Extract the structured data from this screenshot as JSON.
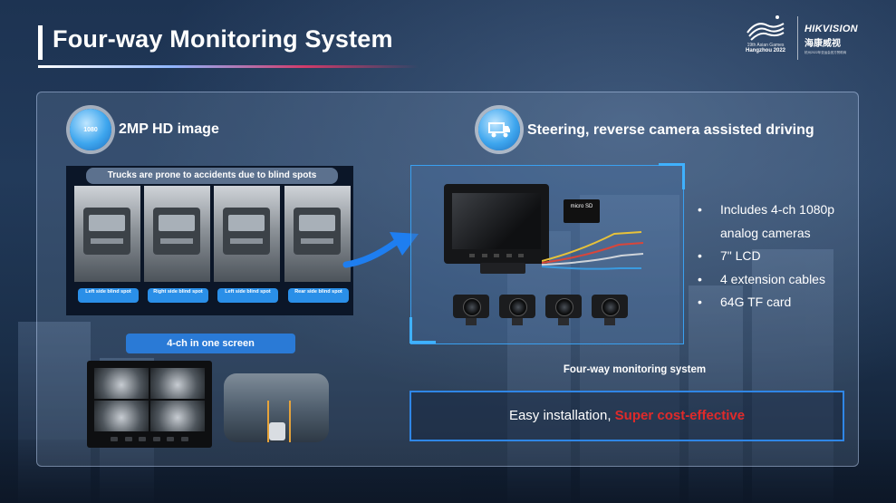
{
  "header": {
    "title": "Four-way Monitoring System",
    "games_logo_line1": "19th Asian Games",
    "games_logo_line2": "Hangzhou 2022",
    "brand_en": "HIKVISION",
    "brand_cn": "海康威视",
    "brand_small": "杭州2022年亚运会官方赞助商"
  },
  "left": {
    "badge_icon": "1080",
    "heading": "2MP HD image",
    "banner": "Trucks are prone to accidents due to blind spots",
    "shots": [
      {
        "label": "Left side blind spot"
      },
      {
        "label": "Right side blind spot"
      },
      {
        "label": "Left side blind spot"
      },
      {
        "label": "Rear side blind spot"
      }
    ],
    "four_ch": "4-ch in one screen"
  },
  "right": {
    "heading": "Steering, reverse camera assisted driving",
    "sd_label": "micro SD",
    "bullets": [
      "Includes 4-ch 1080p analog cameras",
      "7\" LCD",
      "4 extension cables",
      "64G TF card"
    ],
    "caption": "Four-way monitoring system",
    "cta_text": "Easy installation, ",
    "cta_highlight": "Super cost-effective"
  },
  "colors": {
    "accent": "#2f86e6",
    "highlight": "#e02a2a"
  }
}
